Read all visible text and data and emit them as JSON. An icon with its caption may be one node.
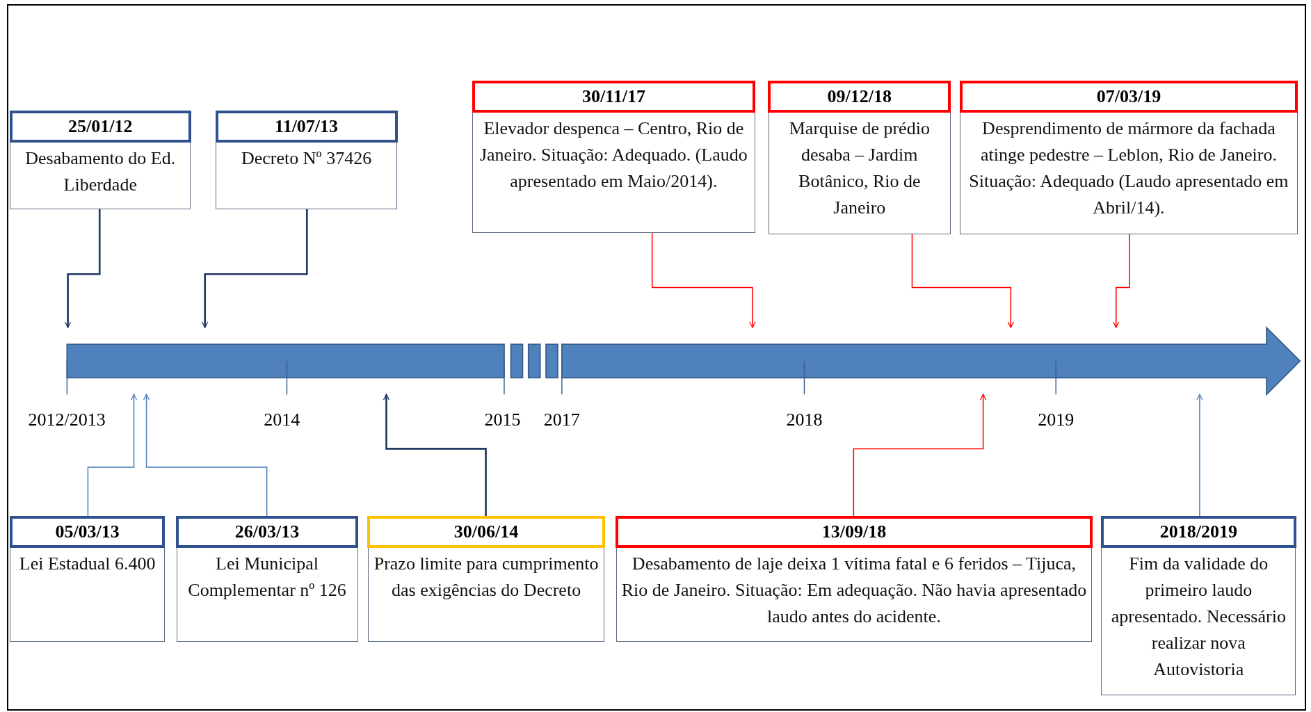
{
  "diagram": {
    "nodes": [
      {
        "text": [
          "25/01/12",
          "Desabamento do Ed. Liberdade"
        ]
      },
      {
        "text": [
          "11/07/13",
          "Decreto Nº 37426"
        ]
      },
      {
        "text": [
          "30/11/17",
          "Elevador despenca – Centro, Rio de Janeiro. Situação: Adequado. (Laudo apresentado em Maio/2014)."
        ]
      },
      {
        "text": [
          "09/12/18",
          "Marquise de prédio desaba – Jardim Botânico, Rio de Janeiro"
        ]
      },
      {
        "text": [
          "07/03/19",
          "Desprendimento de mármore da fachada atinge pedestre – Leblon, Rio de Janeiro. Situação: Adequado (Laudo apresentado em Abril/14)."
        ]
      },
      {
        "text": [],
        "shape": "bar"
      },
      {
        "text": [
          "05/03/13",
          "Lei Estadual 6.400"
        ]
      },
      {
        "text": [
          "26/03/13",
          "Lei Municipal Complementar nº 126"
        ]
      },
      {
        "text": [
          "30/06/14",
          "Prazo limite para cumprimento das exigências do Decreto"
        ]
      },
      {
        "text": [
          "13/09/18",
          "Desabamento de laje deixa 1 vítima fatal e 6 feridos – Tijuca, Rio de Janeiro. Situação: Em adequação. Não havia apresentado laudo antes do acidente."
        ]
      },
      {
        "text": [
          "2018/2019",
          "Fim da validade do primeiro laudo apresentado. Necessário realizar nova Autovistoria"
        ]
      }
    ],
    "edges": [
      {
        "from": 0,
        "to": 5,
        "arrow": "to",
        "color": "#203864"
      },
      {
        "from": 1,
        "to": 5,
        "arrow": "to",
        "color": "#203864"
      },
      {
        "from": 2,
        "to": 5,
        "arrow": "to",
        "color": "#ff0000"
      },
      {
        "from": 3,
        "to": 5,
        "arrow": "to",
        "color": "#ff0000"
      },
      {
        "from": 4,
        "to": 5,
        "arrow": "to",
        "color": "#ff0000"
      },
      {
        "from": 6,
        "to": 5,
        "arrow": "to",
        "color": "#4f81bd"
      },
      {
        "from": 7,
        "to": 5,
        "arrow": "to",
        "color": "#4f81bd"
      },
      {
        "from": 8,
        "to": 5,
        "arrow": "to",
        "color": "#203864"
      },
      {
        "from": 9,
        "to": 5,
        "arrow": "to",
        "color": "#ff0000"
      },
      {
        "from": 10,
        "to": 5,
        "arrow": "to",
        "color": "#4f81bd"
      }
    ],
    "labels": [
      "2012/2013",
      "2014",
      "2015",
      "2017",
      "2018",
      "2019"
    ]
  }
}
